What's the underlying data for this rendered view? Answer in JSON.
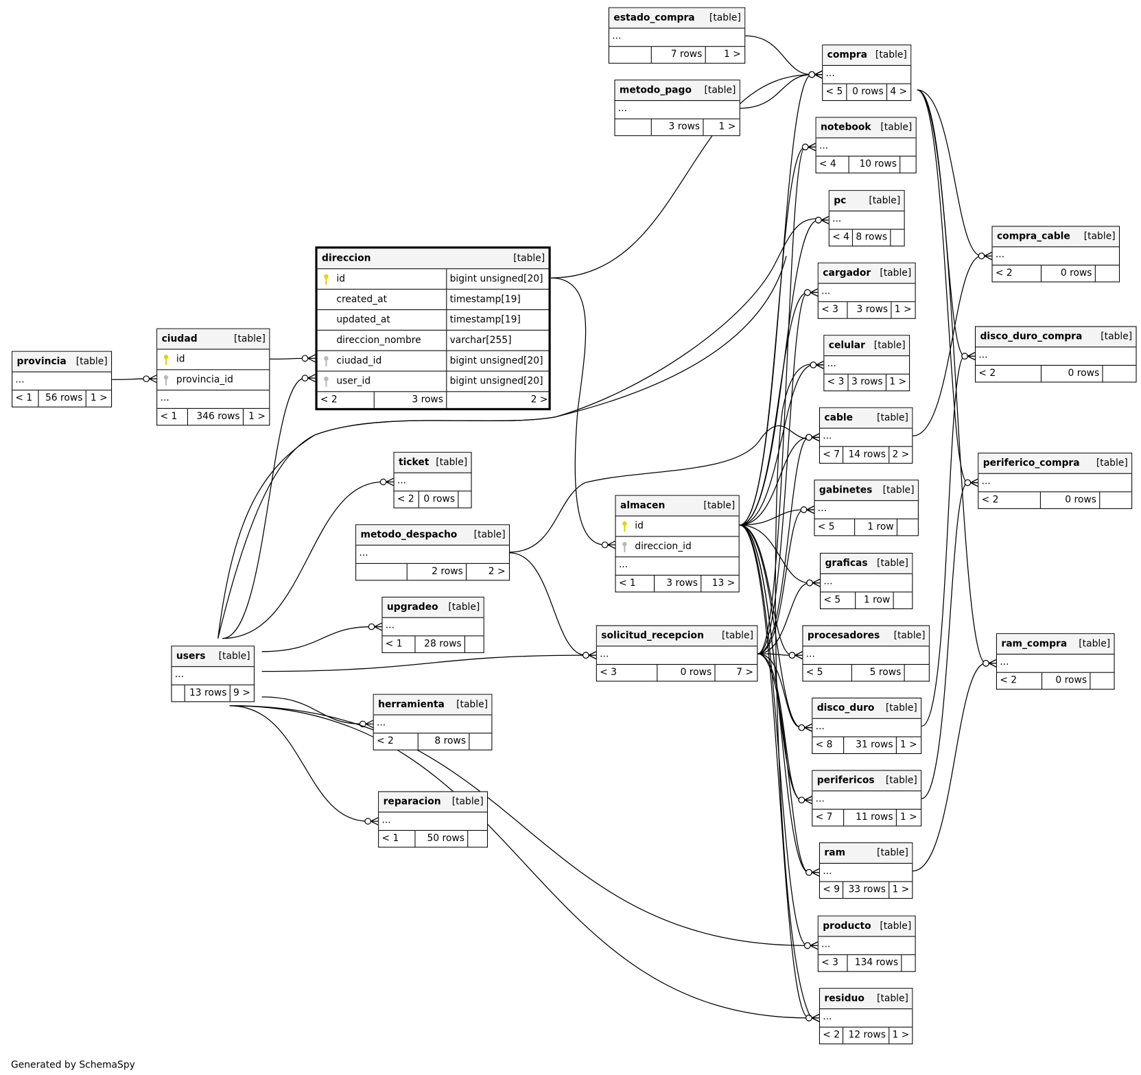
{
  "footer_text": "Generated by SchemaSpy",
  "table_tag": "[table]",
  "ellipsis": "...",
  "tables": {
    "estado_compra": {
      "name": "estado_compra",
      "parents": "",
      "rows": "7 rows",
      "children": "1 >"
    },
    "metodo_pago": {
      "name": "metodo_pago",
      "parents": "",
      "rows": "3 rows",
      "children": "1 >"
    },
    "compra": {
      "name": "compra",
      "parents": "< 5",
      "rows": "0 rows",
      "children": "4 >"
    },
    "notebook": {
      "name": "notebook",
      "parents": "< 4",
      "rows": "10 rows",
      "children": ""
    },
    "pc": {
      "name": "pc",
      "parents": "< 4",
      "rows": "8 rows",
      "children": ""
    },
    "cargador": {
      "name": "cargador",
      "parents": "< 3",
      "rows": "3 rows",
      "children": "1 >"
    },
    "celular": {
      "name": "celular",
      "parents": "< 3",
      "rows": "3 rows",
      "children": "1 >"
    },
    "cable": {
      "name": "cable",
      "parents": "< 7",
      "rows": "14 rows",
      "children": "2 >"
    },
    "gabinetes": {
      "name": "gabinetes",
      "parents": "< 5",
      "rows": "1 row",
      "children": ""
    },
    "graficas": {
      "name": "graficas",
      "parents": "< 5",
      "rows": "1 row",
      "children": ""
    },
    "procesadores": {
      "name": "procesadores",
      "parents": "< 5",
      "rows": "5 rows",
      "children": ""
    },
    "disco_duro": {
      "name": "disco_duro",
      "parents": "< 8",
      "rows": "31 rows",
      "children": "1 >"
    },
    "perifericos": {
      "name": "perifericos",
      "parents": "< 7",
      "rows": "11 rows",
      "children": "1 >"
    },
    "ram": {
      "name": "ram",
      "parents": "< 9",
      "rows": "33 rows",
      "children": "1 >"
    },
    "producto": {
      "name": "producto",
      "parents": "< 3",
      "rows": "134 rows",
      "children": ""
    },
    "residuo": {
      "name": "residuo",
      "parents": "< 2",
      "rows": "12 rows",
      "children": "1 >"
    },
    "compra_cable": {
      "name": "compra_cable",
      "parents": "< 2",
      "rows": "0 rows",
      "children": ""
    },
    "disco_duro_compra": {
      "name": "disco_duro_compra",
      "parents": "< 2",
      "rows": "0 rows",
      "children": ""
    },
    "periferico_compra": {
      "name": "periferico_compra",
      "parents": "< 2",
      "rows": "0 rows",
      "children": ""
    },
    "ram_compra": {
      "name": "ram_compra",
      "parents": "< 2",
      "rows": "0 rows",
      "children": ""
    },
    "provincia": {
      "name": "provincia",
      "parents": "< 1",
      "rows": "56 rows",
      "children": "1 >"
    },
    "ciudad": {
      "name": "ciudad",
      "parents": "< 1",
      "rows": "346 rows",
      "children": "1 >",
      "columns": [
        {
          "name": "id",
          "key": "pk"
        },
        {
          "name": "provincia_id",
          "key": "fk"
        }
      ]
    },
    "direccion": {
      "name": "direccion",
      "parents": "< 2",
      "rows": "3 rows",
      "children": "2 >",
      "columns": [
        {
          "name": "id",
          "type": "bigint unsigned[20]",
          "key": "pk"
        },
        {
          "name": "created_at",
          "type": "timestamp[19]",
          "key": "none"
        },
        {
          "name": "updated_at",
          "type": "timestamp[19]",
          "key": "none"
        },
        {
          "name": "direccion_nombre",
          "type": "varchar[255]",
          "key": "none"
        },
        {
          "name": "ciudad_id",
          "type": "bigint unsigned[20]",
          "key": "fk"
        },
        {
          "name": "user_id",
          "type": "bigint unsigned[20]",
          "key": "fk"
        }
      ]
    },
    "almacen": {
      "name": "almacen",
      "parents": "< 1",
      "rows": "3 rows",
      "children": "13 >",
      "columns": [
        {
          "name": "id",
          "key": "pk"
        },
        {
          "name": "direccion_id",
          "key": "fk"
        }
      ]
    },
    "metodo_despacho": {
      "name": "metodo_despacho",
      "parents": "",
      "rows": "2 rows",
      "children": "2 >"
    },
    "ticket": {
      "name": "ticket",
      "parents": "< 2",
      "rows": "0 rows",
      "children": ""
    },
    "upgradeo": {
      "name": "upgradeo",
      "parents": "< 1",
      "rows": "28 rows",
      "children": ""
    },
    "solicitud_recepcion": {
      "name": "solicitud_recepcion",
      "parents": "< 3",
      "rows": "0 rows",
      "children": "7 >"
    },
    "users": {
      "name": "users",
      "parents": "",
      "rows": "13 rows",
      "children": "9 >"
    },
    "herramienta": {
      "name": "herramienta",
      "parents": "< 2",
      "rows": "8 rows",
      "children": ""
    },
    "reparacion": {
      "name": "reparacion",
      "parents": "< 1",
      "rows": "50 rows",
      "children": ""
    }
  },
  "relationships": [
    {
      "from": "estado_compra",
      "to": "compra"
    },
    {
      "from": "metodo_pago",
      "to": "compra"
    },
    {
      "from": "direccion",
      "to": "compra"
    },
    {
      "from": "almacen",
      "to": "compra"
    },
    {
      "from": "users",
      "to": "compra"
    },
    {
      "from": "provincia",
      "to": "ciudad"
    },
    {
      "from": "ciudad",
      "to": "direccion"
    },
    {
      "from": "users",
      "to": "direccion"
    },
    {
      "from": "direccion",
      "to": "almacen"
    },
    {
      "from": "users",
      "to": "ticket"
    },
    {
      "from": "users",
      "to": "upgradeo"
    },
    {
      "from": "users",
      "to": "solicitud_recepcion"
    },
    {
      "from": "users",
      "to": "herramienta"
    },
    {
      "from": "users",
      "to": "reparacion"
    },
    {
      "from": "users",
      "to": "producto"
    },
    {
      "from": "users",
      "to": "residuo"
    },
    {
      "from": "users",
      "to": "pc"
    },
    {
      "from": "metodo_despacho",
      "to": "solicitud_recepcion"
    },
    {
      "from": "metodo_despacho",
      "to": "cable"
    },
    {
      "from": "almacen",
      "to": "notebook"
    },
    {
      "from": "almacen",
      "to": "pc"
    },
    {
      "from": "almacen",
      "to": "cargador"
    },
    {
      "from": "almacen",
      "to": "celular"
    },
    {
      "from": "almacen",
      "to": "cable"
    },
    {
      "from": "almacen",
      "to": "gabinetes"
    },
    {
      "from": "almacen",
      "to": "graficas"
    },
    {
      "from": "almacen",
      "to": "procesadores"
    },
    {
      "from": "almacen",
      "to": "disco_duro"
    },
    {
      "from": "almacen",
      "to": "perifericos"
    },
    {
      "from": "almacen",
      "to": "ram"
    },
    {
      "from": "almacen",
      "to": "producto"
    },
    {
      "from": "almacen",
      "to": "residuo"
    },
    {
      "from": "solicitud_recepcion",
      "to": "notebook"
    },
    {
      "from": "solicitud_recepcion",
      "to": "cargador"
    },
    {
      "from": "solicitud_recepcion",
      "to": "cable"
    },
    {
      "from": "solicitud_recepcion",
      "to": "gabinetes"
    },
    {
      "from": "solicitud_recepcion",
      "to": "graficas"
    },
    {
      "from": "solicitud_recepcion",
      "to": "procesadores"
    },
    {
      "from": "solicitud_recepcion",
      "to": "disco_duro"
    },
    {
      "from": "solicitud_recepcion",
      "to": "perifericos"
    },
    {
      "from": "solicitud_recepcion",
      "to": "ram"
    },
    {
      "from": "residuo",
      "to": "celular"
    },
    {
      "from": "compra",
      "to": "compra_cable"
    },
    {
      "from": "compra",
      "to": "disco_duro_compra"
    },
    {
      "from": "compra",
      "to": "periferico_compra"
    },
    {
      "from": "compra",
      "to": "ram_compra"
    },
    {
      "from": "cable",
      "to": "compra_cable"
    },
    {
      "from": "disco_duro",
      "to": "disco_duro_compra"
    },
    {
      "from": "perifericos",
      "to": "periferico_compra"
    },
    {
      "from": "ram",
      "to": "ram_compra"
    }
  ]
}
